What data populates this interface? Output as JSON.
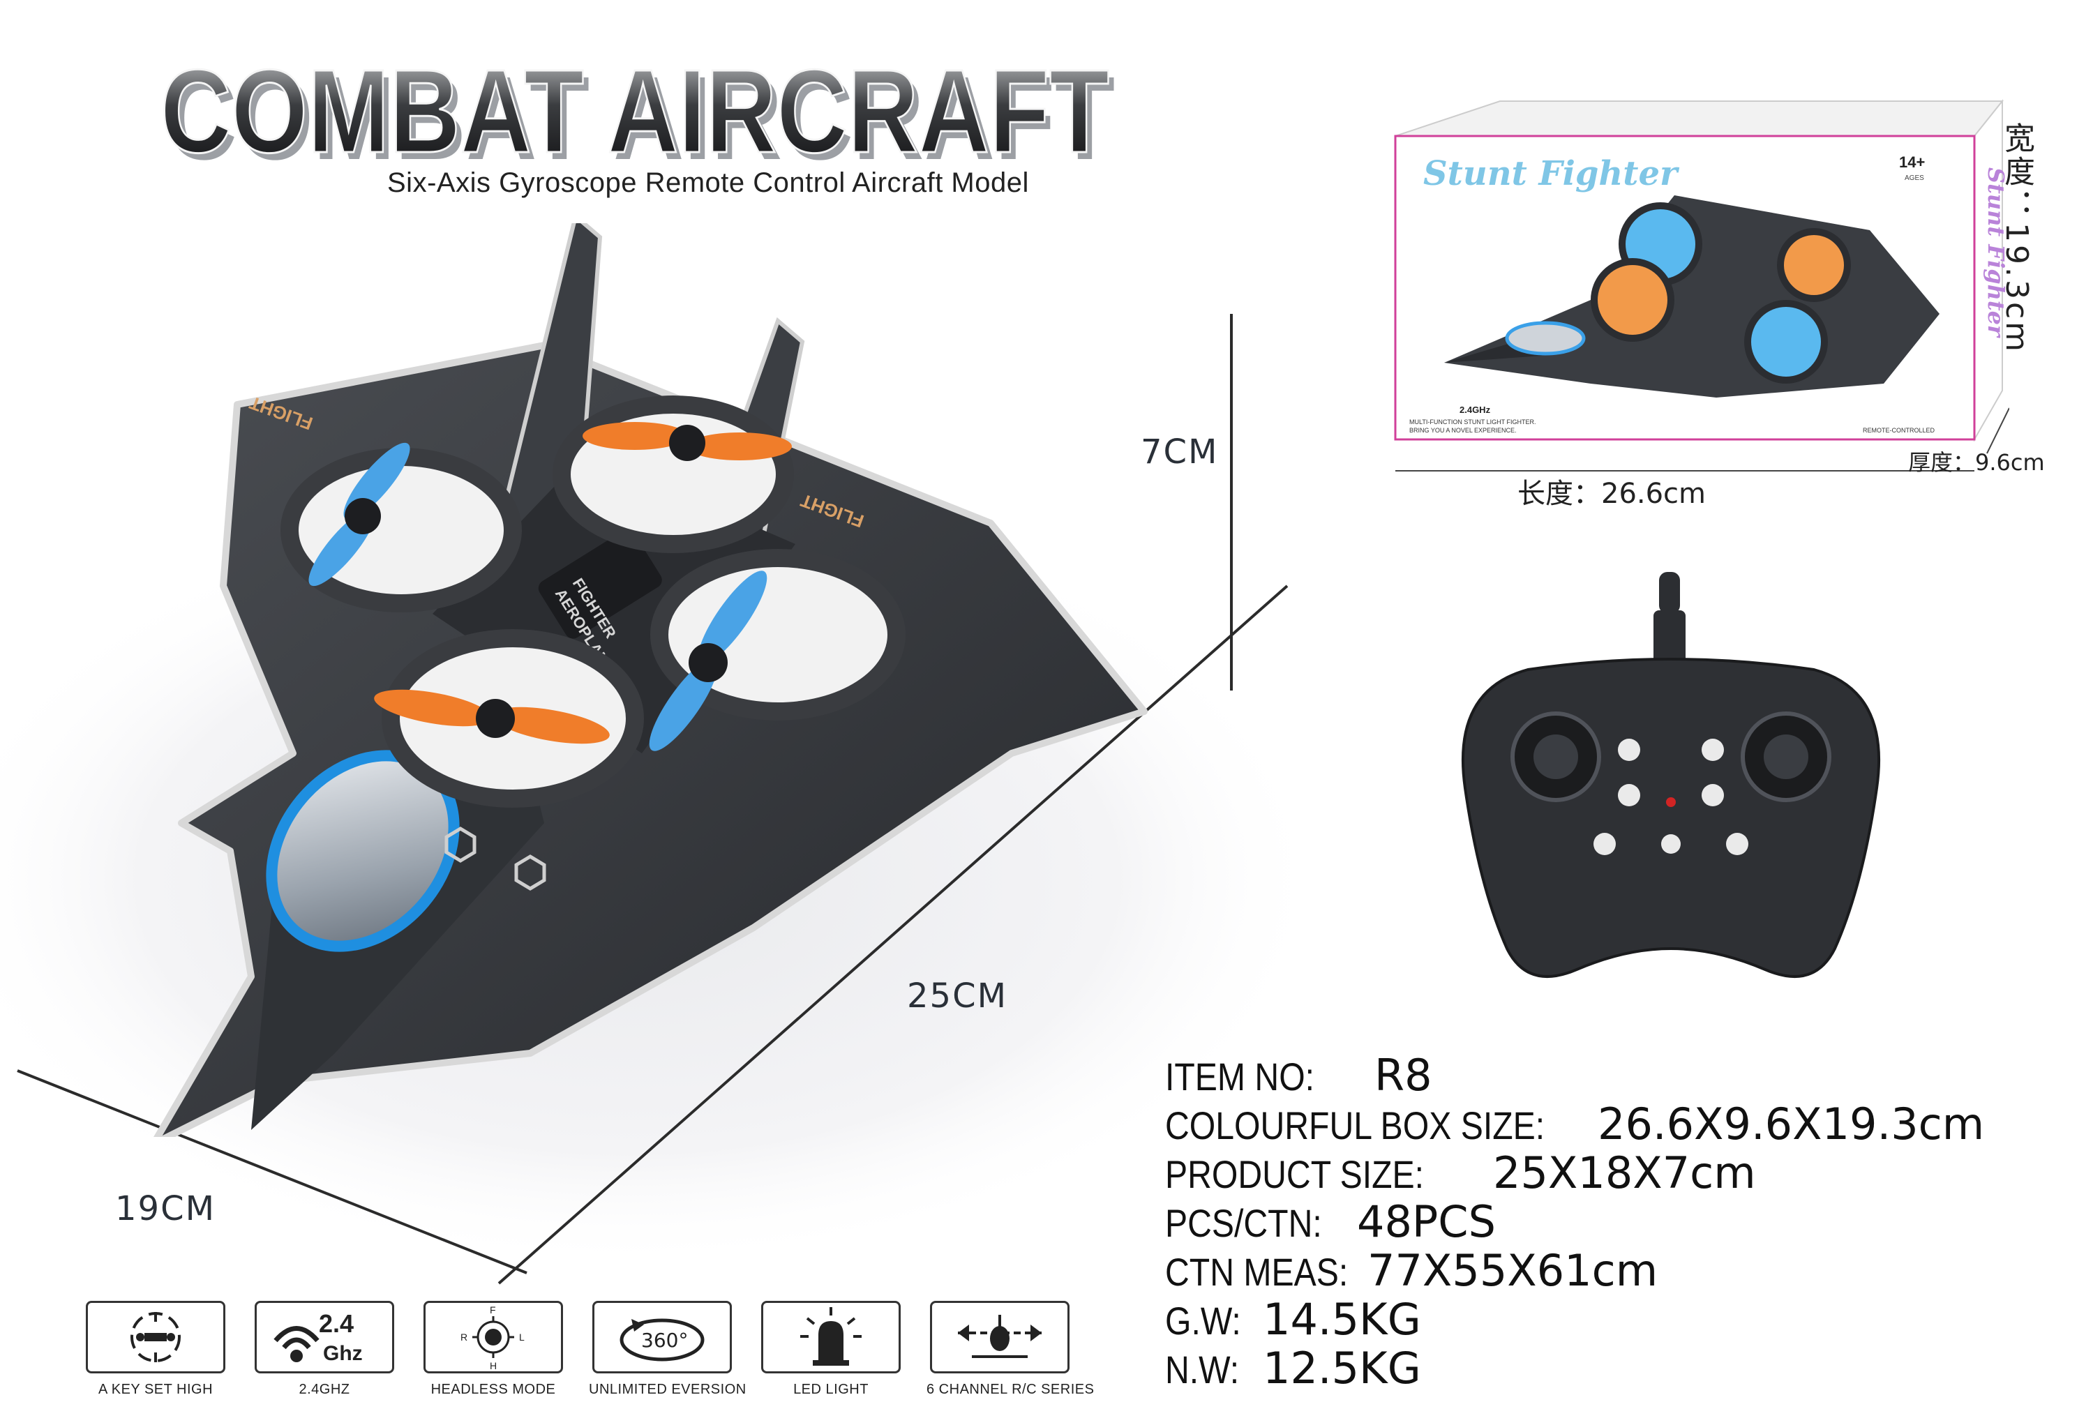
{
  "header": {
    "title": "COMBAT AIRCRAFT",
    "subtitle": "Six-Axis Gyroscope Remote Control Aircraft Model"
  },
  "product": {
    "wing_text": "FLIGHT",
    "panel_text_1": "FIGHTER",
    "panel_text_2": "AEROPLANE"
  },
  "dimensions": {
    "height": "7CM",
    "length": "25CM",
    "width": "19CM"
  },
  "package": {
    "brand": "Stunt Fighter",
    "age_badge": "14+",
    "age_sub": "AGES",
    "freq": "2.4GHz",
    "tagline_1": "MULTI-FUNCTION STUNT LIGHT FIGHTER.",
    "tagline_2": "BRING YOU A NOVEL EXPERIENCE.",
    "corner_text": "REMOTE-CONTROLLED",
    "width_label": "宽度：19.3cm",
    "length_label": "长度：26.6cm",
    "depth_label": "厚度：9.6cm"
  },
  "specs": [
    {
      "label": "ITEM NO:",
      "value": "R8"
    },
    {
      "label": "COLOURFUL BOX SIZE:",
      "value": "26.6X9.6X19.3cm"
    },
    {
      "label": "PRODUCT SIZE:",
      "value": "25X18X7cm"
    },
    {
      "label": "PCS/CTN:",
      "value": "48PCS"
    },
    {
      "label": "CTN MEAS:",
      "value": "77X55X61cm"
    },
    {
      "label": "G.W:",
      "value": "14.5KG"
    },
    {
      "label": "N.W:",
      "value": "12.5KG"
    }
  ],
  "features": [
    {
      "icon": "altitude-hold-icon",
      "label": "A KEY SET HIGH"
    },
    {
      "icon": "wifi-2.4ghz-icon",
      "label": "2.4GHZ",
      "icon_text_1": "2.4",
      "icon_text_2": "Ghz"
    },
    {
      "icon": "compass-icon",
      "label": "HEADLESS MODE",
      "compass": [
        "F",
        "R",
        "L",
        "H"
      ]
    },
    {
      "icon": "rotate-360-icon",
      "label": "UNLIMITED EVERSION",
      "icon_text_1": "360°"
    },
    {
      "icon": "led-bulb-icon",
      "label": "LED LIGHT"
    },
    {
      "icon": "helicopter-channel-icon",
      "label": "6 CHANNEL R/C SERIES"
    }
  ],
  "colors": {
    "body_dark": "#33363b",
    "propeller_blue": "#4aa3e6",
    "propeller_orange": "#f07d2a",
    "accent_gold": "#d9a066",
    "box_border": "#d0409a"
  }
}
